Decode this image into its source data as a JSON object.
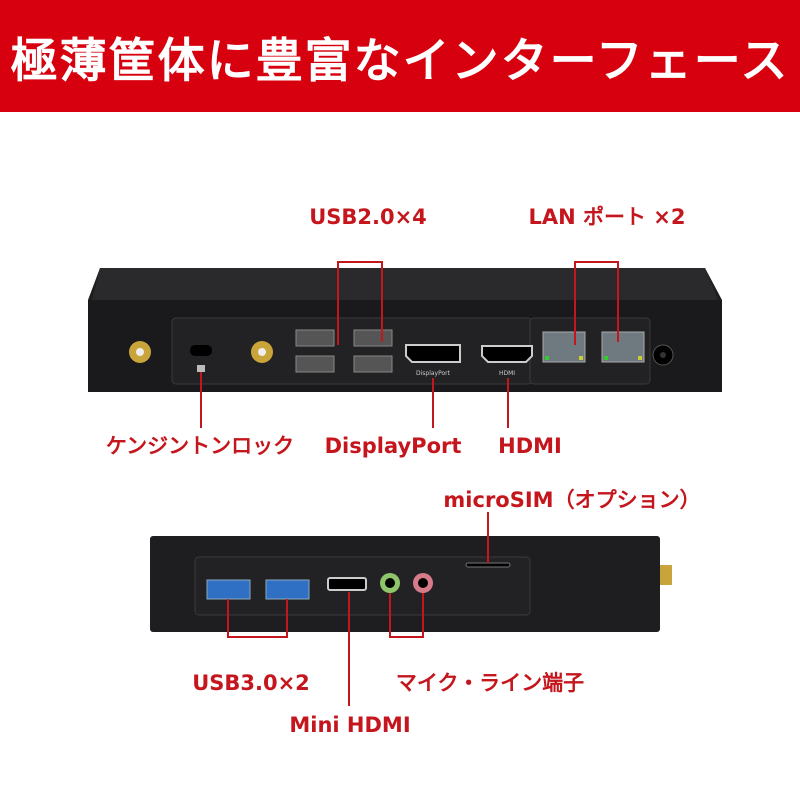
{
  "banner": {
    "title": "極薄筐体に豊富なインターフェース"
  },
  "colors": {
    "banner": "#d7000f",
    "label": "#c4161c",
    "device": "#1c1c1e"
  },
  "rear_panel": {
    "labels": {
      "usb2": "USB2.0×4",
      "lan": "LAN ポート ×2",
      "kensington": "ケンジントンロック",
      "displayport": "DisplayPort",
      "hdmi": "HDMI"
    },
    "port_prints": {
      "displayport": "DisplayPort",
      "hdmi": "HDMI"
    }
  },
  "front_panel": {
    "labels": {
      "microsim": "microSIM（オプション）",
      "usb3": "USB3.0×2",
      "mini_hdmi": "Mini HDMI",
      "audio": "マイク・ライン端子"
    }
  }
}
